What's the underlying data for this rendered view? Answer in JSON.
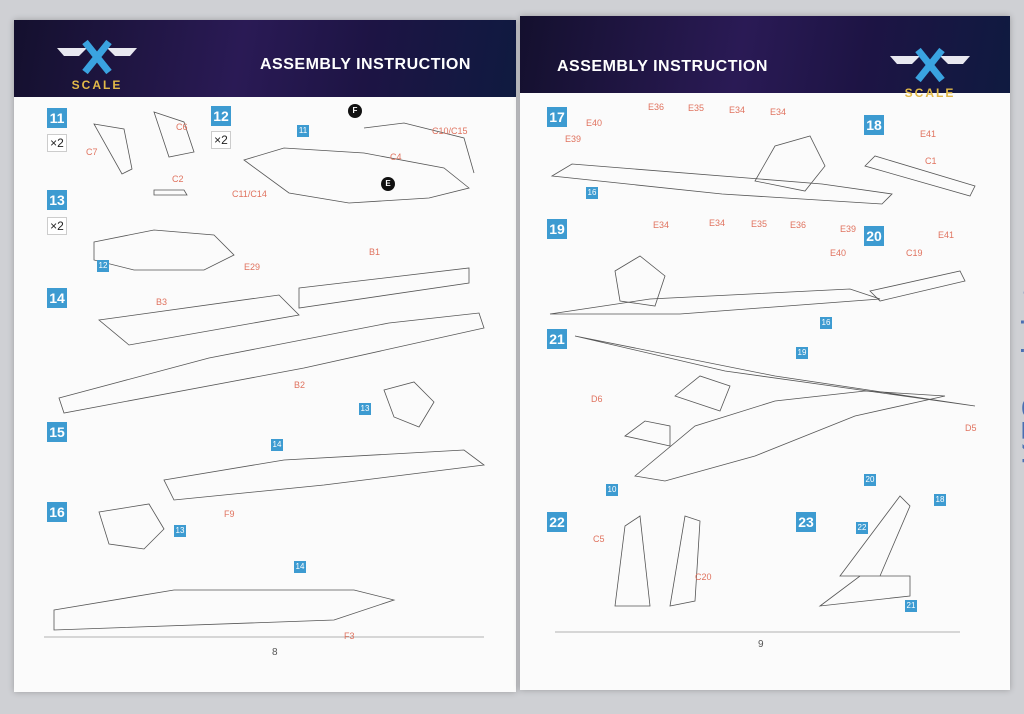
{
  "brand": {
    "name": "X",
    "tagline": "SCALE"
  },
  "header_title": "ASSEMBLY INSTRUCTION",
  "left_page": {
    "page_number": "8",
    "steps": [
      "11",
      "12",
      "13",
      "14",
      "15",
      "16"
    ],
    "quantity": "×2",
    "callouts": [
      "F",
      "E"
    ],
    "refs": [
      "11",
      "12",
      "13",
      "14",
      "13",
      "14"
    ],
    "parts": [
      "C6",
      "C7",
      "C10/C15",
      "C4",
      "C11/C14",
      "C2",
      "E29",
      "B1",
      "B3",
      "B2",
      "F9",
      "F3"
    ]
  },
  "right_page": {
    "page_number": "9",
    "steps": [
      "17",
      "18",
      "19",
      "20",
      "21",
      "22",
      "23"
    ],
    "refs": [
      "16",
      "16",
      "19",
      "10",
      "20",
      "18",
      "22",
      "21"
    ],
    "parts": [
      "E40",
      "E39",
      "E36",
      "E35",
      "E34",
      "E34",
      "E41",
      "C1",
      "E34",
      "E34",
      "E35",
      "E36",
      "E39",
      "E40",
      "E41",
      "C19",
      "D6",
      "D5",
      "C5",
      "C20"
    ]
  },
  "watermark": "KFS-miniatures"
}
